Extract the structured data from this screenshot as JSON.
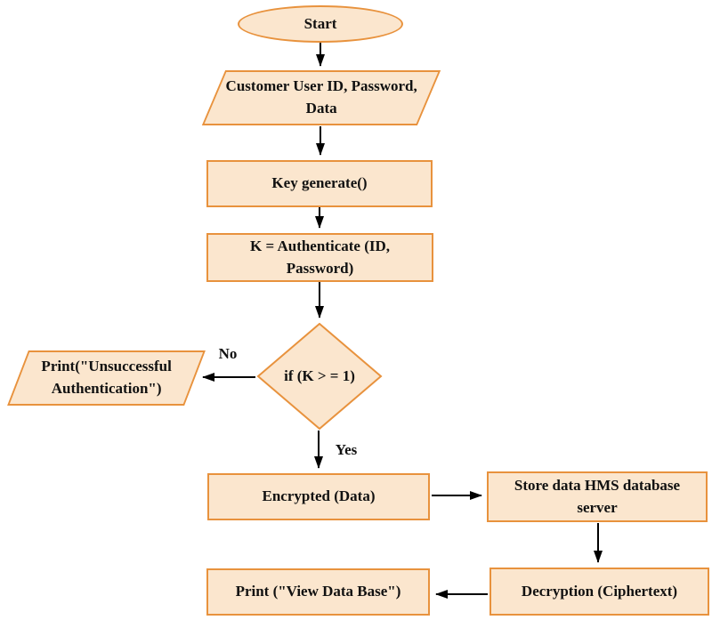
{
  "title": "Flowchart",
  "colors": {
    "fill": "#FBE6CE",
    "border": "#E8923D",
    "arrow": "#000000",
    "text": "#111111",
    "bg": "#FFFFFF"
  },
  "nodes": {
    "start": {
      "label": "Start",
      "shape": "ellipse"
    },
    "input": {
      "line1": "Customer User ID, Password,",
      "line2": "Data",
      "shape": "parallelogram"
    },
    "keygen": {
      "label": "Key generate()",
      "shape": "rectangle"
    },
    "auth": {
      "line1": "K = Authenticate (ID,",
      "line2": "Password)",
      "shape": "rectangle"
    },
    "decision": {
      "label": "if (K > = 1)",
      "shape": "diamond"
    },
    "unsuccessful": {
      "line1": "Print(\"Unsuccessful",
      "line2": "Authentication\")",
      "shape": "parallelogram"
    },
    "encrypted": {
      "label": "Encrypted (Data)",
      "shape": "rectangle"
    },
    "store": {
      "line1": "Store data HMS database",
      "line2": "server",
      "shape": "rectangle"
    },
    "decryption": {
      "label": "Decryption (Ciphertext)",
      "shape": "rectangle"
    },
    "view": {
      "label": "Print (\"View Data Base\")",
      "shape": "rectangle"
    }
  },
  "edges": {
    "no_label": "No",
    "yes_label": "Yes"
  }
}
